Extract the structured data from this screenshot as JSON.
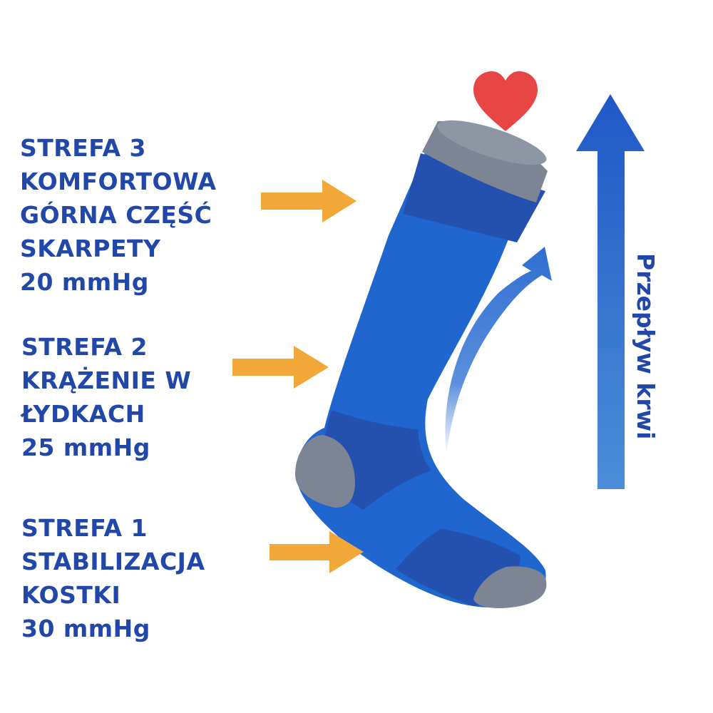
{
  "zones": [
    {
      "id": "zone-3",
      "lines": [
        "STREFA 3",
        "KOMFORTOWA",
        "GÓRNA CZĘŚĆ",
        "SKARPETY",
        "20 mmHg"
      ]
    },
    {
      "id": "zone-2",
      "lines": [
        "STREFA 2",
        "KRĄŻENIE W",
        "ŁYDKACH",
        "25 mmHg"
      ]
    },
    {
      "id": "zone-1",
      "lines": [
        "STREFA 1",
        "STABILIZACJA",
        "KOSTKI",
        "30 mmHg"
      ]
    }
  ],
  "flow_label": "Przepływ krwi",
  "icons": [
    "heart-icon",
    "sock-illustration",
    "arrow-right-icon",
    "arrow-up-icon",
    "curved-arrow-icon"
  ],
  "colors": {
    "text": "#2147a8",
    "sock_blue": "#2066cf",
    "sock_dark_band": "#2450b0",
    "sock_grey": "#7d8594",
    "pointer_arrow": "#f2a838",
    "heart": "#e84545"
  }
}
